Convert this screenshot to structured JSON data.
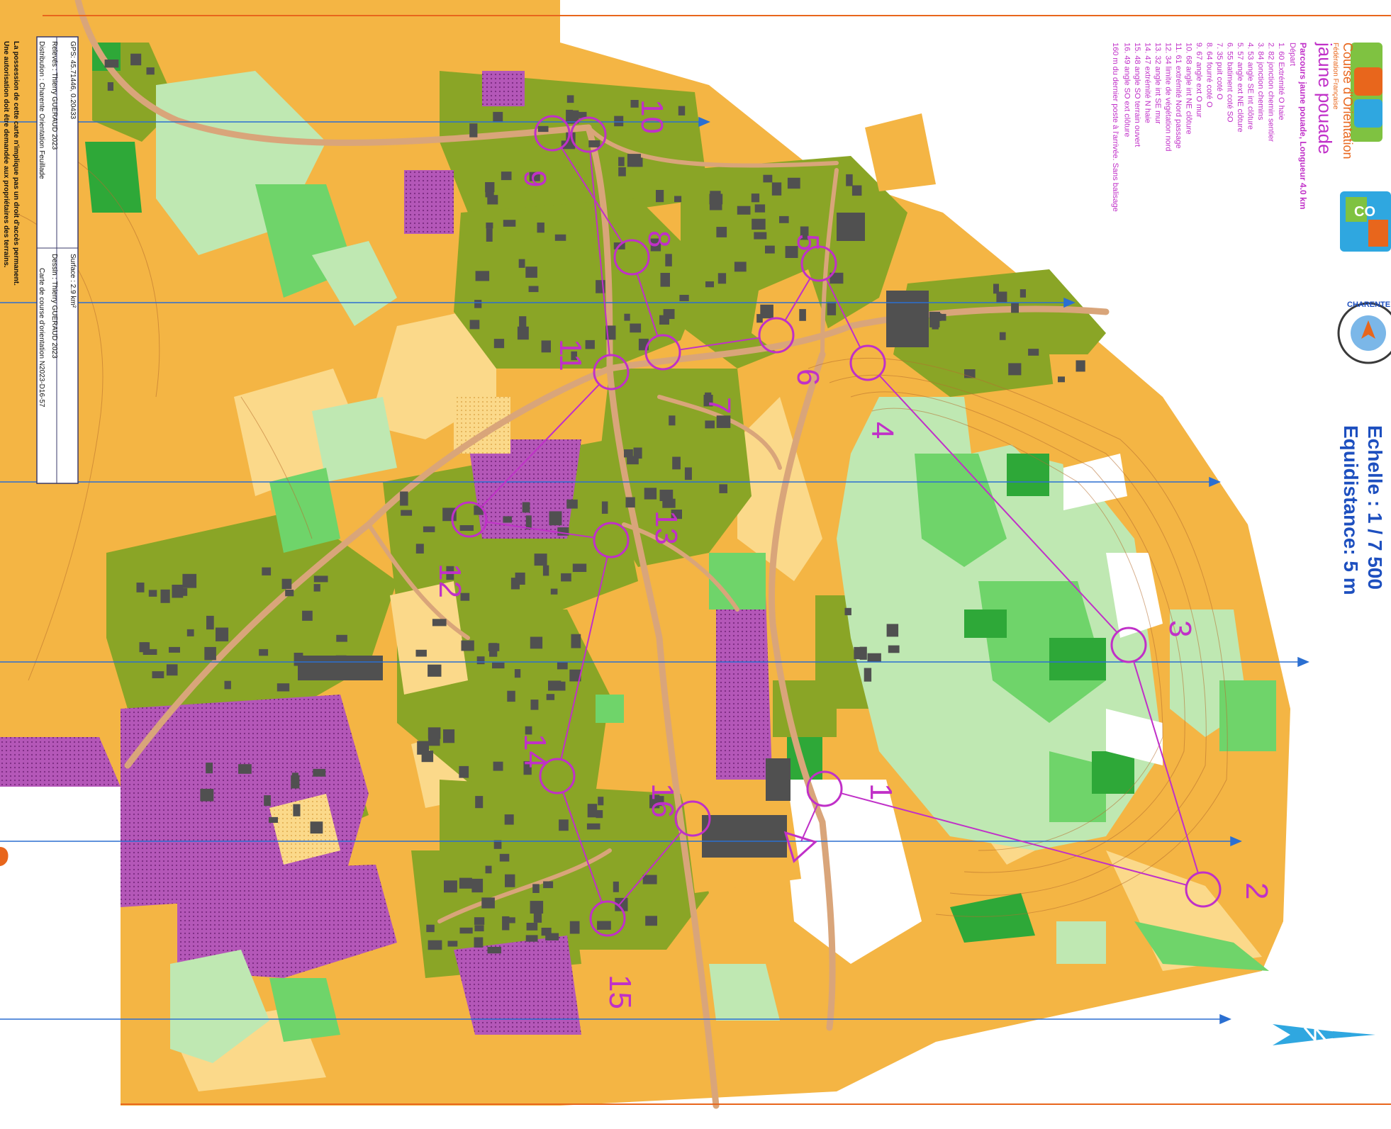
{
  "title": "jaune pouade",
  "course_header": "Parcours jaune pouade,  Longueur 4.0 km",
  "start_label": "Départ",
  "controls_list": [
    "1.  60    Extrémité O haie",
    "2.  82    jonction chemin sentier",
    "3.  84    jonction chemins",
    "4.  53    angle SE int clôture",
    "5.  57    angle ext NE clôture",
    "6.  55    batiment coté SO",
    "7.  35    puit coté O",
    "8.  64    fourré coté O",
    "9.  67    angle ext O mur",
    "10. 68    angle int NE clôture",
    "11. 61    extrémité Nord passage",
    "12. 34    limite de végétation nord",
    "13. 32    angle int SE mur",
    "14. 47    extrémité N haie",
    "15. 48    angle SO terrain ouvert",
    "16. 49    angle SO ext clôture"
  ],
  "finish_note": "160 m du dernier poste à l'arrivée. Sans balisage",
  "scale_text": "Echelle : 1 / 7 500",
  "equidistance_text": "Equidistance: 5 m",
  "logo_ffco": "Course d'Orientation",
  "logo_ffco_sub": "Fédération Française",
  "logo_charente": "CHARENTE",
  "logo_co_badge": "CO",
  "info_gps": "GPS: 45.71446, 0.20433",
  "info_releves": "Relevés : Thierry GUERAUD 2023",
  "info_distribution": "Distribution : Charente Orientation Feuillade",
  "info_surface": "Surface : 2.9 km²",
  "info_dessin": "Dessin : Thierry GUERAUD 2023",
  "info_carte": "Carte de course d'orientation N2023-D16-57",
  "legal_1": "La possession de cette carte n'implique pas un droit d'accès permanent.",
  "legal_2": "Une autorisation doit être demandée aux propriétaires des terrains.",
  "control_numbers": [
    "1",
    "2",
    "3",
    "4",
    "5",
    "6",
    "7",
    "8",
    "9",
    "10",
    "11",
    "12",
    "13",
    "14",
    "15",
    "16"
  ],
  "colors": {
    "open_land": "#f4b544",
    "rough_open": "#fbd98a",
    "settlement": "#8aa526",
    "forest_light": "#bfe8b2",
    "forest_medium": "#6fd46a",
    "forest_dense": "#2ea838",
    "forbidden_purple": "#b457b8",
    "course_magenta": "#c030c8",
    "building": "#505050",
    "road": "#d9a57a",
    "north_lines": "#2b6fd1",
    "scale_blue": "#1d4fbf",
    "frame_orange": "#e8661c"
  }
}
